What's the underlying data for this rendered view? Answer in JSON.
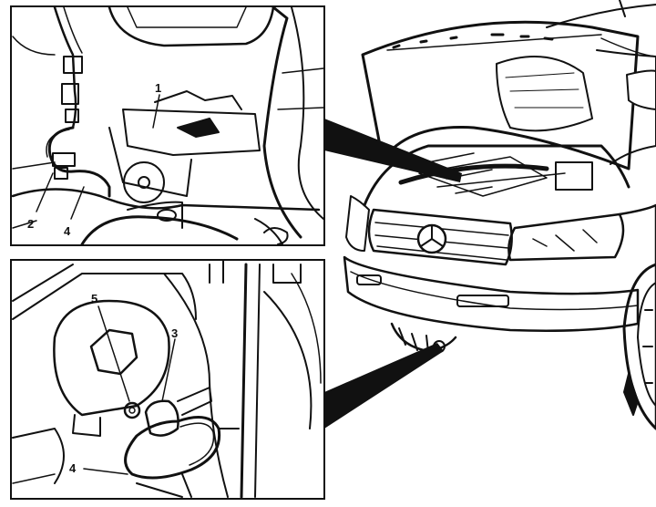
{
  "callouts": {
    "top_panel": {
      "label_1": "1",
      "label_2": "2",
      "label_4": "4"
    },
    "bottom_panel": {
      "label_5": "5",
      "label_3": "3",
      "label_4": "4"
    }
  },
  "colors": {
    "ink": "#111111",
    "paper": "#ffffff"
  }
}
